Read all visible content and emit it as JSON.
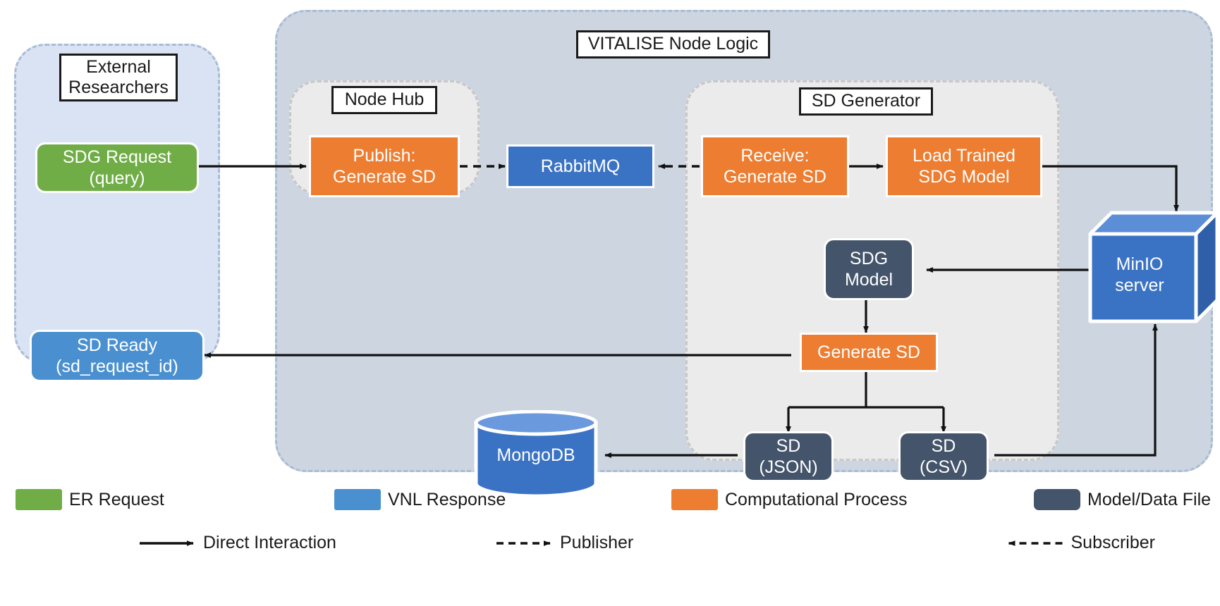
{
  "diagram": {
    "regions": {
      "external_researchers": {
        "title": "External\nResearchers"
      },
      "vitalise_node_logic": {
        "title": "VITALISE Node Logic"
      },
      "node_hub": {
        "title": "Node Hub"
      },
      "sd_generator": {
        "title": "SD Generator"
      }
    },
    "nodes": {
      "sdg_request": {
        "label": "SDG Request\n(query)",
        "color": "#70ad47",
        "type": "ER Request"
      },
      "sd_ready": {
        "label": "SD Ready\n(sd_request_id)",
        "color": "#4a90d0",
        "type": "VNL Response"
      },
      "publish_generate_sd": {
        "label": "Publish:\nGenerate SD",
        "color": "#ed7d31",
        "type": "Computational Process"
      },
      "rabbitmq": {
        "label": "RabbitMQ",
        "color": "#3b73c4",
        "type": "VNL Response"
      },
      "receive_generate_sd": {
        "label": "Receive:\nGenerate SD",
        "color": "#ed7d31",
        "type": "Computational Process"
      },
      "load_trained_sdg_model": {
        "label": "Load Trained\nSDG Model",
        "color": "#ed7d31",
        "type": "Computational Process"
      },
      "minio_server": {
        "label": "MinIO\nserver",
        "color": "#3b73c4",
        "type": "VNL Response"
      },
      "sdg_model": {
        "label": "SDG\nModel",
        "color": "#44546a",
        "type": "Model/Data File"
      },
      "generate_sd": {
        "label": "Generate SD",
        "color": "#ed7d31",
        "type": "Computational Process"
      },
      "sd_json": {
        "label": "SD\n(JSON)",
        "color": "#44546a",
        "type": "Model/Data File"
      },
      "sd_csv": {
        "label": "SD\n(CSV)",
        "color": "#44546a",
        "type": "Model/Data File"
      },
      "mongodb": {
        "label": "MongoDB",
        "color": "#3b73c4",
        "type": "VNL Response"
      }
    },
    "legend": {
      "swatches": [
        {
          "label": "ER Request",
          "color": "#70ad47"
        },
        {
          "label": "VNL Response",
          "color": "#4a90d0"
        },
        {
          "label": "Computational Process",
          "color": "#ed7d31"
        },
        {
          "label": "Model/Data File",
          "color": "#44546a"
        }
      ],
      "lines": [
        {
          "label": "Direct Interaction",
          "style": "solid",
          "direction": "right"
        },
        {
          "label": "Publisher",
          "style": "dashed",
          "direction": "right"
        },
        {
          "label": "Subscriber",
          "style": "dashed",
          "direction": "left"
        }
      ]
    }
  }
}
